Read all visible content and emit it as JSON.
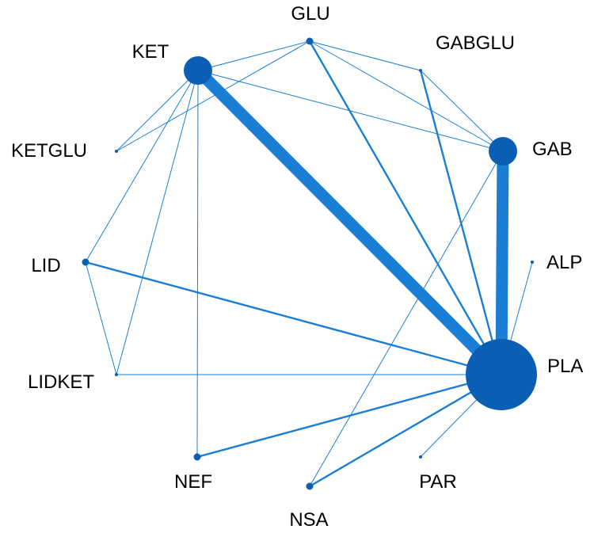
{
  "colors": {
    "edge": "#1a7fd4",
    "node": "#0a5fb4"
  },
  "nodes": [
    {
      "id": "GLU",
      "label": "GLU",
      "size": "small"
    },
    {
      "id": "GABGLU",
      "label": "GABGLU",
      "size": "tiny"
    },
    {
      "id": "GAB",
      "label": "GAB",
      "size": "large"
    },
    {
      "id": "ALP",
      "label": "ALP",
      "size": "tiny"
    },
    {
      "id": "PLA",
      "label": "PLA",
      "size": "largest"
    },
    {
      "id": "PAR",
      "label": "PAR",
      "size": "tiny"
    },
    {
      "id": "NSA",
      "label": "NSA",
      "size": "small"
    },
    {
      "id": "NEF",
      "label": "NEF",
      "size": "small"
    },
    {
      "id": "LIDKET",
      "label": "LIDKET",
      "size": "tiny"
    },
    {
      "id": "LID",
      "label": "LID",
      "size": "small"
    },
    {
      "id": "KETGLU",
      "label": "KETGLU",
      "size": "tiny"
    },
    {
      "id": "KET",
      "label": "KET",
      "size": "large"
    }
  ],
  "edges": [
    {
      "from": "KET",
      "to": "PLA",
      "weight": "very-thick"
    },
    {
      "from": "GAB",
      "to": "PLA",
      "weight": "very-thick"
    },
    {
      "from": "GLU",
      "to": "PLA",
      "weight": "medium"
    },
    {
      "from": "LID",
      "to": "PLA",
      "weight": "medium"
    },
    {
      "from": "NSA",
      "to": "PLA",
      "weight": "medium"
    },
    {
      "from": "NEF",
      "to": "PLA",
      "weight": "medium"
    },
    {
      "from": "GABGLU",
      "to": "PLA",
      "weight": "medium"
    },
    {
      "from": "LIDKET",
      "to": "PLA",
      "weight": "thin"
    },
    {
      "from": "PAR",
      "to": "PLA",
      "weight": "thin"
    },
    {
      "from": "ALP",
      "to": "PLA",
      "weight": "thin"
    },
    {
      "from": "KET",
      "to": "GLU",
      "weight": "thin"
    },
    {
      "from": "KET",
      "to": "GAB",
      "weight": "thin"
    },
    {
      "from": "KET",
      "to": "KETGLU",
      "weight": "thin"
    },
    {
      "from": "KET",
      "to": "LID",
      "weight": "thin"
    },
    {
      "from": "KET",
      "to": "LIDKET",
      "weight": "thin"
    },
    {
      "from": "KET",
      "to": "NEF",
      "weight": "thin"
    },
    {
      "from": "GLU",
      "to": "KETGLU",
      "weight": "thin"
    },
    {
      "from": "GLU",
      "to": "GABGLU",
      "weight": "thin"
    },
    {
      "from": "GLU",
      "to": "GAB",
      "weight": "thin"
    },
    {
      "from": "GABGLU",
      "to": "GAB",
      "weight": "thin"
    },
    {
      "from": "LID",
      "to": "LIDKET",
      "weight": "thin"
    },
    {
      "from": "GAB",
      "to": "NSA",
      "weight": "thin"
    }
  ]
}
